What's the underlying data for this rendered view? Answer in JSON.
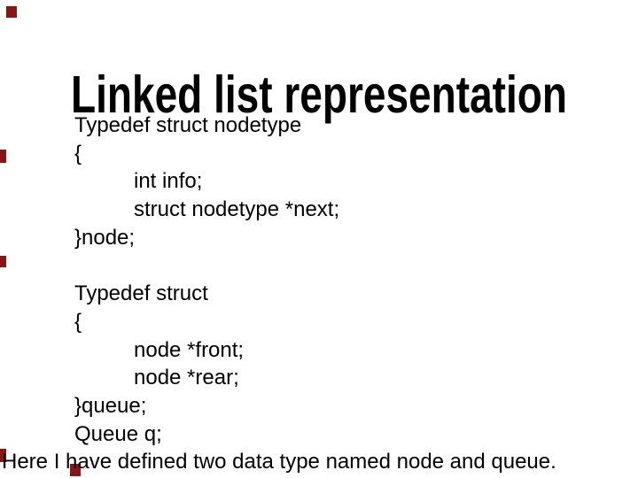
{
  "slide": {
    "title": "Linked list representation",
    "body_lines": [
      {
        "text": "Typedef struct nodetype",
        "indent": "normal"
      },
      {
        "text": "{",
        "indent": "normal"
      },
      {
        "text": "int info;",
        "indent": "inner"
      },
      {
        "text": "struct nodetype *next;",
        "indent": "inner"
      },
      {
        "text": "}node;",
        "indent": "normal"
      },
      {
        "text": "",
        "indent": "blank"
      },
      {
        "text": "Typedef struct",
        "indent": "normal"
      },
      {
        "text": "{",
        "indent": "normal"
      },
      {
        "text": "node *front;",
        "indent": "inner"
      },
      {
        "text": "node *rear;",
        "indent": "inner"
      },
      {
        "text": "}queue;",
        "indent": "normal"
      },
      {
        "text": "Queue q;",
        "indent": "normal"
      },
      {
        "text": "Here I have defined two data type named node and queue.",
        "indent": "page"
      }
    ],
    "colors": {
      "background": "#ffffff",
      "text": "#000000",
      "decoration_mark": "#8b1515"
    }
  }
}
